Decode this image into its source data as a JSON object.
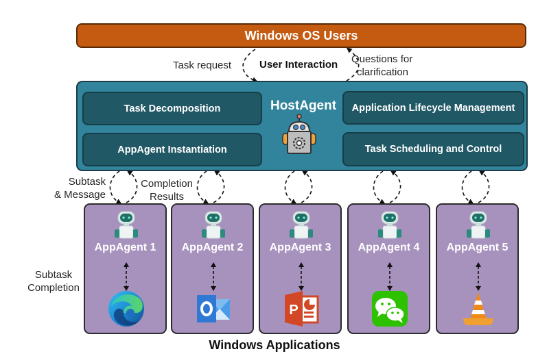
{
  "users": {
    "label": "Windows OS Users"
  },
  "user_interaction": {
    "title": "User Interaction",
    "left_label": "Task request",
    "right_label_line1": "Questions for",
    "right_label_line2": "clarification"
  },
  "host_agent": {
    "title": "HostAgent",
    "functions": [
      {
        "label": "Task Decomposition"
      },
      {
        "label": "AppAgent Instantiation"
      },
      {
        "label": "Application Lifecycle Management"
      },
      {
        "label": "Task Scheduling and Control"
      }
    ]
  },
  "links": {
    "down_label_line1": "Subtask",
    "down_label_line2": "& Message",
    "up_label_line1": "Completion",
    "up_label_line2": "Results",
    "side_label_line1": "Subtask",
    "side_label_line2": "Completion"
  },
  "app_agents": [
    {
      "label": "AppAgent 1",
      "app_icon": "edge-browser-icon"
    },
    {
      "label": "AppAgent 2",
      "app_icon": "outlook-icon"
    },
    {
      "label": "AppAgent 3",
      "app_icon": "powerpoint-icon"
    },
    {
      "label": "AppAgent 4",
      "app_icon": "wechat-icon"
    },
    {
      "label": "AppAgent 5",
      "app_icon": "vlc-player-icon"
    }
  ],
  "footer": {
    "label": "Windows Applications"
  },
  "colors": {
    "users_bar": "#c55a11",
    "host_box": "#31849b",
    "host_inner": "#215866",
    "app_box": "#a791bd"
  }
}
